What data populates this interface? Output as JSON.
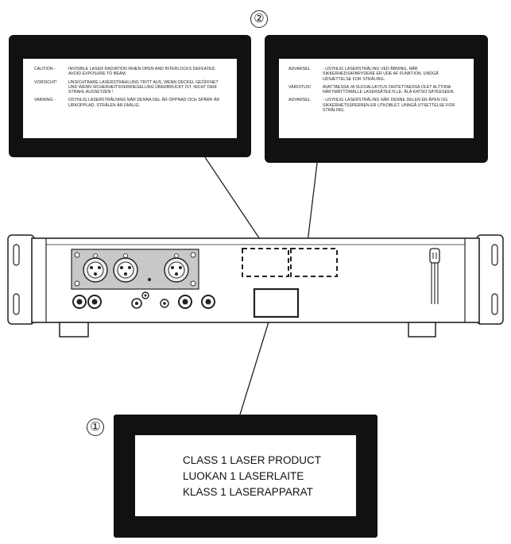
{
  "markers": {
    "one": "①",
    "two": "②"
  },
  "label_1": {
    "lines": [
      "CLASS 1 LASER PRODUCT",
      "LUOKAN 1 LASERLAITE",
      "KLASS 1 LASERAPPARAT"
    ]
  },
  "label_2_left": {
    "entries": [
      {
        "label": "CAUTION -",
        "text": "INVISIBLE LASER RADIATION WHEN OPEN AND INTERLOCKS DEFEATED. AVOID EXPOSURE TO BEAM."
      },
      {
        "label": "VORSICHT!",
        "text": "UNSICHTBARE LASERSTRAHLUNG TRITT AUS, WENN DECKEL GEÖFFNET UND WENN SICHERHEITSVERRIEGELUNG ÜBERBRÜCKT IST. NICHT DEM STRAHL AUSSETZEN !"
      },
      {
        "label": "VARNING -",
        "text": "OSYNLIG LASERSTRÅLNING NÄR DENNA DEL ÄR ÖPPNAD OCH SPÄRR ÄR URKOPPLAD. STRÅLEN ÄR FARLIG."
      }
    ]
  },
  "label_2_right": {
    "entries": [
      {
        "label": "ADVARSEL",
        "text": "- USYNLIG LASERSTRÅLING VED ÅBNING, NÅR SIKKERHEDSAFBRYDERE ER UDE AF FUNKTION. UNDGÅ UDSÆTTELSE FOR STRÅLING."
      },
      {
        "label": "VAROITUS!",
        "text": "AVATTAESSA JA SUOJALUKITUS OHITETTAESSA OLET ALTTIINA NÄKYMÄTTÖMÄLLE LASERSÄTEILYLLE. ÄLÄ KATSO SÄTEESEEN."
      },
      {
        "label": "ADVARSEL",
        "text": "- USYNLIG LASERSTRÅLING NÅR DENNE DELEN ER ÅPEN OG SIKKERHETSSPERREN ER UTKOBLET. UNNGÅ UTSETTELSE FOR STRÅLING."
      }
    ]
  }
}
